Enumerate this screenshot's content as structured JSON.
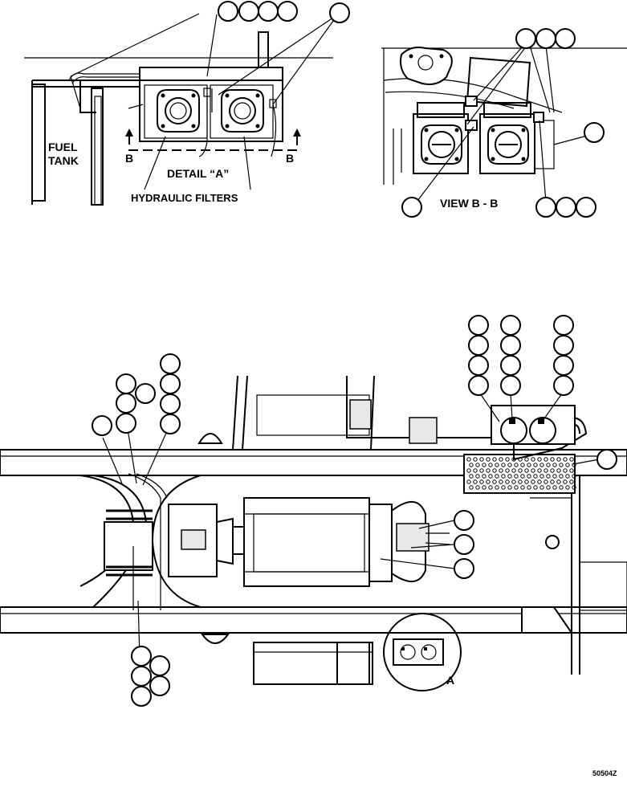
{
  "detail_a": {
    "fuel_tank_label_line1": "FUEL",
    "fuel_tank_label_line2": "TANK",
    "section_left": "B",
    "section_right": "B",
    "title": "DETAIL “A”",
    "hydraulic_filters_label": "HYDRAULIC FILTERS"
  },
  "view_bb": {
    "title": "VIEW B - B"
  },
  "main_view": {
    "detail_marker": "A"
  },
  "drawing_number": "50504Z"
}
